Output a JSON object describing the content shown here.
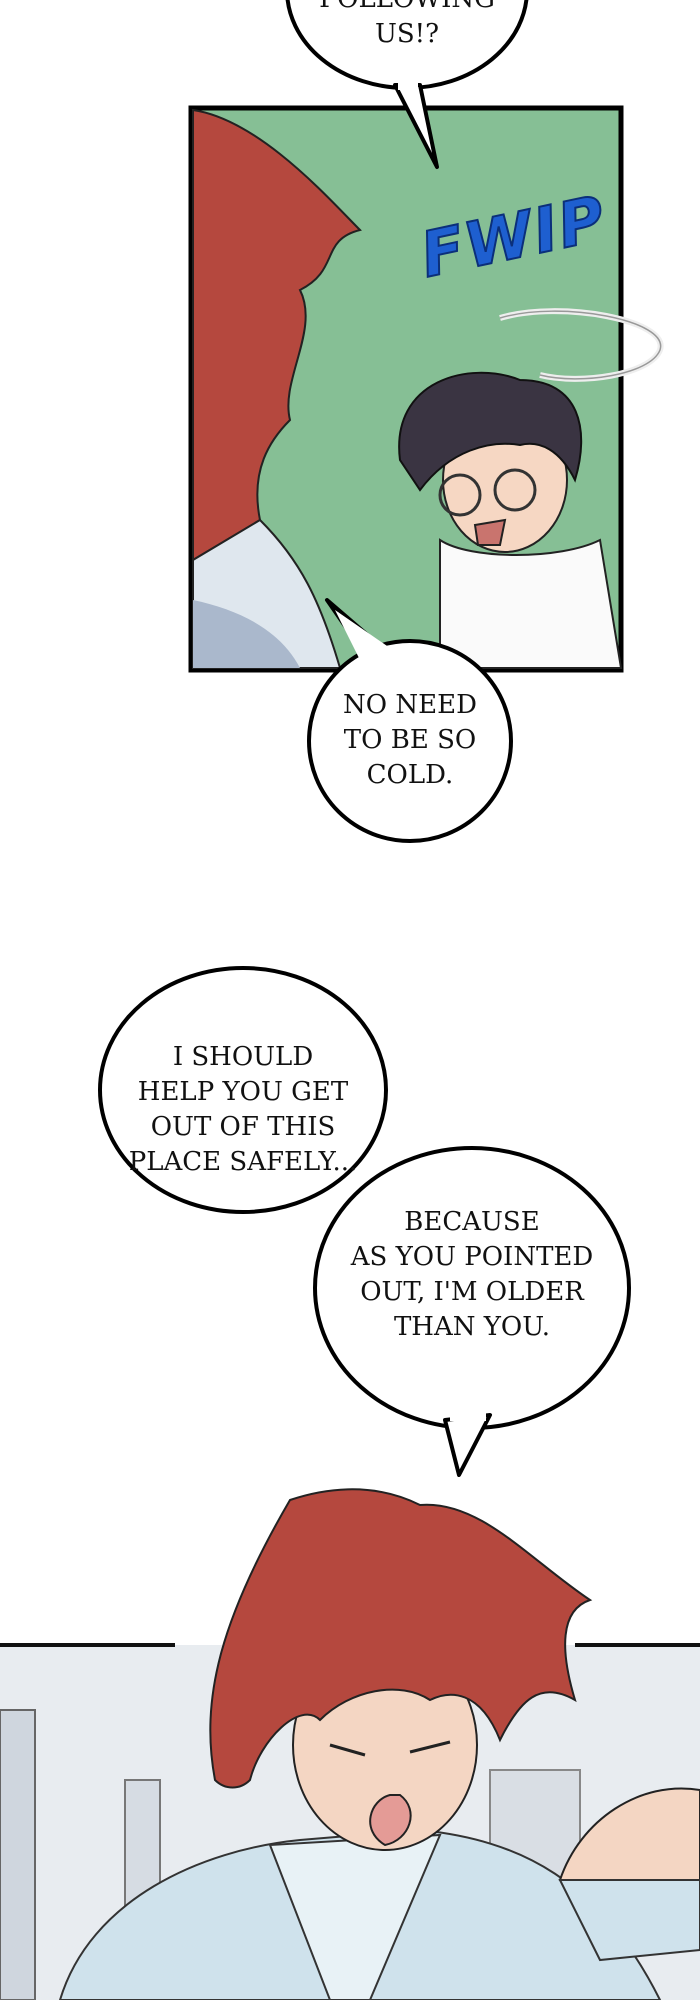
{
  "panel1": {
    "top_bubble": [
      "FOLLOWING",
      "US!?"
    ],
    "sfx": "FWIP",
    "bottom_bubble": [
      "NO NEED",
      "TO BE SO",
      "COLD."
    ]
  },
  "panel2": {
    "bubble_left": [
      "I SHOULD",
      "HELP YOU GET",
      "OUT OF THIS",
      "PLACE SAFELY..."
    ],
    "bubble_right": [
      "BECAUSE",
      "AS YOU POINTED",
      "OUT, I'M OLDER",
      "THAN YOU."
    ]
  },
  "colors": {
    "panel_bg": "#86bf95",
    "sfx": "#1e5fd0",
    "hair": "#b5483e"
  }
}
